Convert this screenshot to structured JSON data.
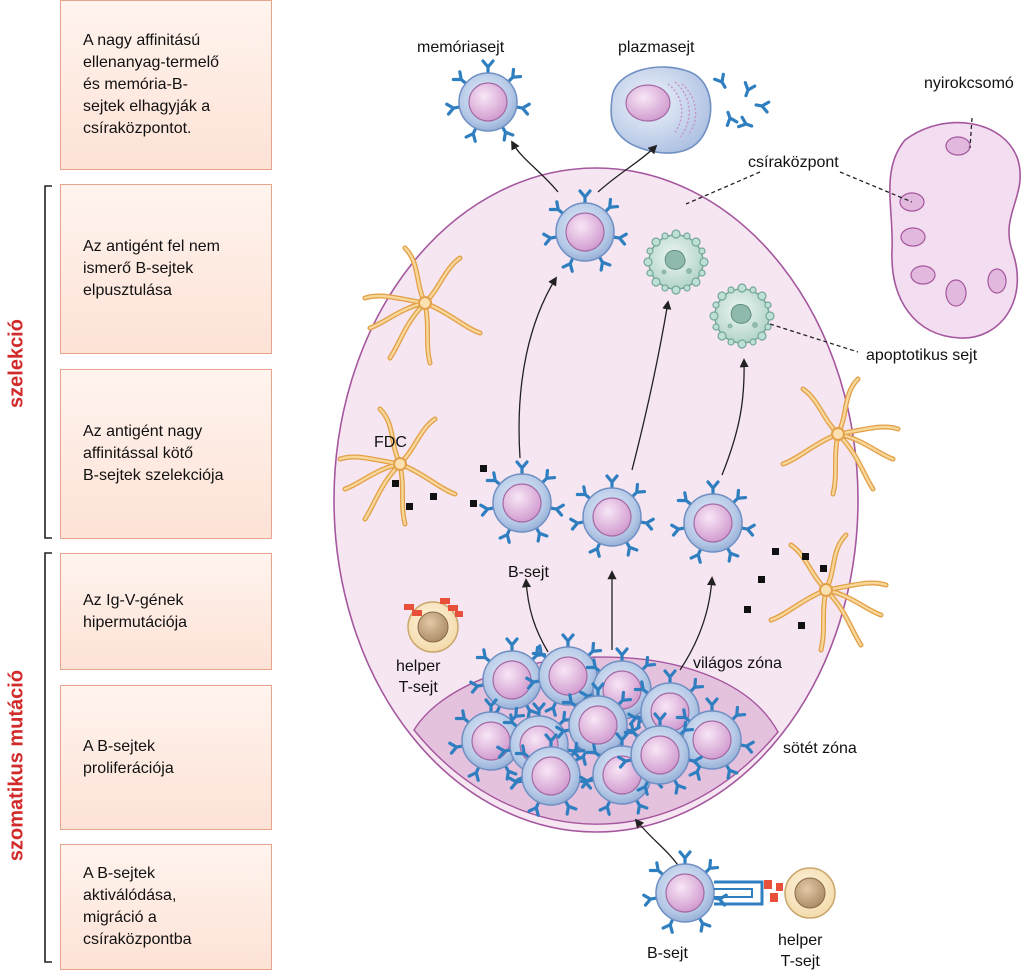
{
  "steps": [
    {
      "text": "A nagy affinitású\nellenanyag-termelő\nés memória-B-\nsejtek elhagyják a\ncsíraközpontot."
    },
    {
      "text": "Az antigént fel nem\nismerő B-sejtek\nelpusztulása"
    },
    {
      "text": "Az antigént nagy\naffinitással kötő\nB-sejtek szelekciója"
    },
    {
      "text": "Az Ig-V-gének\nhipermutációja"
    },
    {
      "text": "A B-sejtek\nproliferációja"
    },
    {
      "text": "A B-sejtek\naktiválódása,\nmigráció a\ncsíraközpontba"
    }
  ],
  "brackets": {
    "selection": "szelekció",
    "mutation": "szomatikus mutáció"
  },
  "labels": {
    "memory_cell": "memóriasejt",
    "plasma_cell": "plazmasejt",
    "lymph_node": "nyirokcsomó",
    "germinal_center": "csíraközpont",
    "apoptotic_cell": "apoptotikus sejt",
    "fdc": "FDC",
    "b_cell_mid": "B-sejt",
    "helper_t_left": "helper\nT-sejt",
    "light_zone": "világos zóna",
    "dark_zone": "sötét zóna",
    "b_cell_bottom": "B-sejt",
    "helper_t_bottom": "helper\nT-sejt"
  },
  "colors": {
    "accent_red": "#d12a2a",
    "box_border": "#e8a48c",
    "bcell_blue": "#2f7fc0",
    "gc_fill": "#f6e6f2",
    "fdc_orange": "#f2b35a"
  }
}
